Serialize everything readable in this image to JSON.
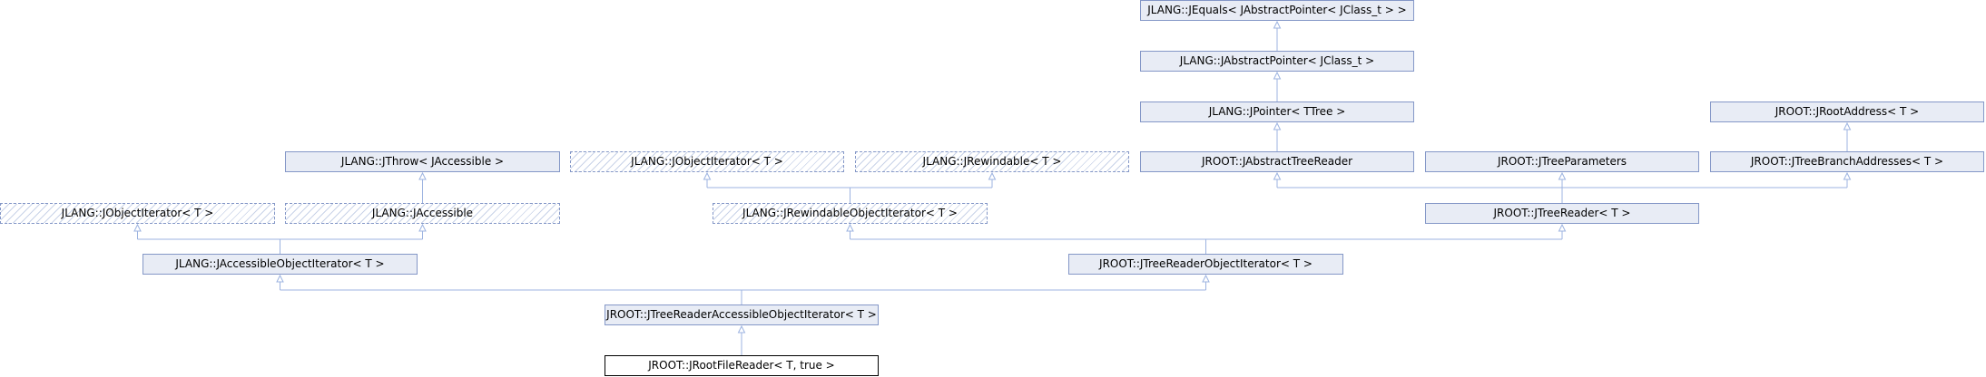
{
  "diagram": {
    "colors": {
      "fill": "#e8ecf5",
      "border": "#8497c7",
      "edge": "#9cb3e0",
      "current_border": "#000000"
    },
    "nodes": [
      {
        "id": "jequals",
        "label": "JLANG::JEquals< JAbstractPointer< JClass_t > >",
        "style": "solid"
      },
      {
        "id": "jabstractpointer",
        "label": "JLANG::JAbstractPointer< JClass_t >",
        "style": "solid"
      },
      {
        "id": "jpointer",
        "label": "JLANG::JPointer< TTree >",
        "style": "solid"
      },
      {
        "id": "jrootaddress",
        "label": "JROOT::JRootAddress< T >",
        "style": "solid"
      },
      {
        "id": "jthrow",
        "label": "JLANG::JThrow< JAccessible >",
        "style": "solid"
      },
      {
        "id": "jobjectiterator_a",
        "label": "JLANG::JObjectIterator< T >",
        "style": "hatched"
      },
      {
        "id": "jrewindable",
        "label": "JLANG::JRewindable< T >",
        "style": "hatched"
      },
      {
        "id": "jabstracttreereader",
        "label": "JROOT::JAbstractTreeReader",
        "style": "solid"
      },
      {
        "id": "jtreeparameters",
        "label": "JROOT::JTreeParameters",
        "style": "solid"
      },
      {
        "id": "jtreebranchaddresses",
        "label": "JROOT::JTreeBranchAddresses< T >",
        "style": "solid"
      },
      {
        "id": "jobjectiterator_b",
        "label": "JLANG::JObjectIterator< T >",
        "style": "hatched"
      },
      {
        "id": "jaccessible",
        "label": "JLANG::JAccessible",
        "style": "hatched"
      },
      {
        "id": "jrewindableobjectiterator",
        "label": "JLANG::JRewindableObjectIterator< T >",
        "style": "hatched"
      },
      {
        "id": "jtreereader",
        "label": "JROOT::JTreeReader< T >",
        "style": "solid"
      },
      {
        "id": "jaccessibleobjectiterator",
        "label": "JLANG::JAccessibleObjectIterator< T >",
        "style": "solid"
      },
      {
        "id": "jtreereaderobjectiterator",
        "label": "JROOT::JTreeReaderObjectIterator< T >",
        "style": "solid"
      },
      {
        "id": "jtreereaderaccessibleobjectiterator",
        "label": "JROOT::JTreeReaderAccessibleObjectIterator< T >",
        "style": "solid"
      },
      {
        "id": "jrootfilereader",
        "label": "JROOT::JRootFileReader< T, true >",
        "style": "current"
      }
    ],
    "edges": [
      {
        "from": "jabstractpointer",
        "to": "jequals"
      },
      {
        "from": "jpointer",
        "to": "jabstractpointer"
      },
      {
        "from": "jabstracttreereader",
        "to": "jpointer"
      },
      {
        "from": "jtreebranchaddresses",
        "to": "jrootaddress"
      },
      {
        "from": "jaccessible",
        "to": "jthrow"
      },
      {
        "from": "jrewindableobjectiterator",
        "to": "jobjectiterator_a"
      },
      {
        "from": "jrewindableobjectiterator",
        "to": "jrewindable"
      },
      {
        "from": "jtreereader",
        "to": "jabstracttreereader"
      },
      {
        "from": "jtreereader",
        "to": "jtreeparameters"
      },
      {
        "from": "jtreereader",
        "to": "jtreebranchaddresses"
      },
      {
        "from": "jaccessibleobjectiterator",
        "to": "jobjectiterator_b"
      },
      {
        "from": "jaccessibleobjectiterator",
        "to": "jaccessible"
      },
      {
        "from": "jtreereaderobjectiterator",
        "to": "jrewindableobjectiterator"
      },
      {
        "from": "jtreereaderobjectiterator",
        "to": "jtreereader"
      },
      {
        "from": "jtreereaderaccessibleobjectiterator",
        "to": "jaccessibleobjectiterator"
      },
      {
        "from": "jtreereaderaccessibleobjectiterator",
        "to": "jtreereaderobjectiterator"
      },
      {
        "from": "jrootfilereader",
        "to": "jtreereaderaccessibleobjectiterator"
      }
    ]
  }
}
